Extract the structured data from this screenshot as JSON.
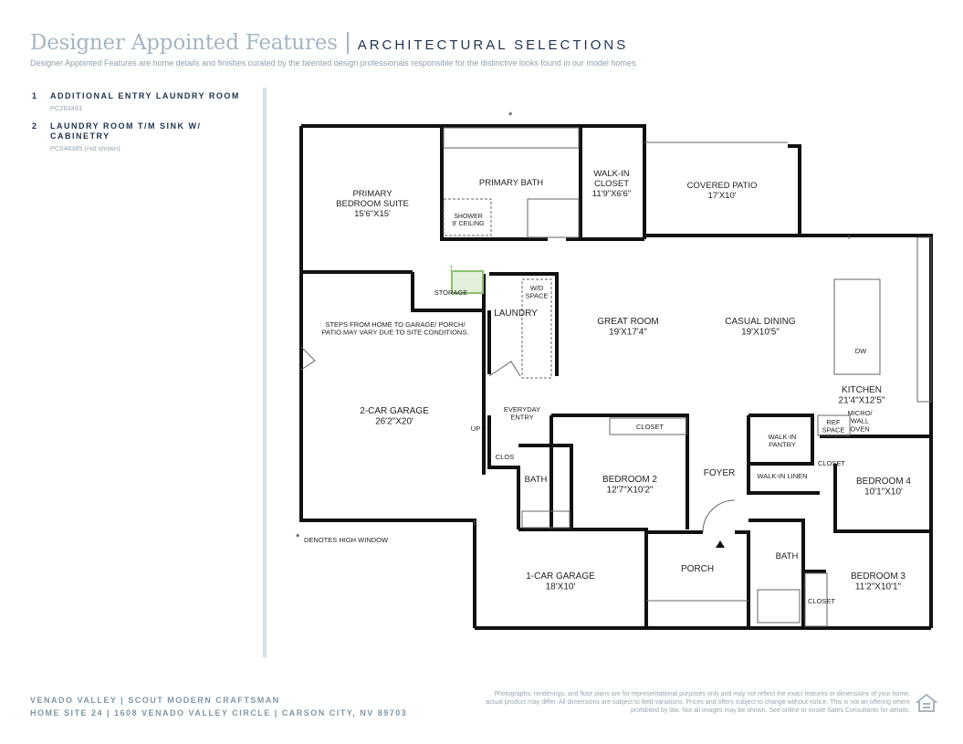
{
  "header": {
    "title": "Designer Appointed Features",
    "subtitle": "ARCHITECTURAL SELECTIONS",
    "intro": "Designer Appointed Features are home details and finishes curated by the talented design professionals responsible for the distinctive looks found in our model homes."
  },
  "options": [
    {
      "num": "1",
      "title": "ADDITIONAL ENTRY LAUNDRY ROOM",
      "code": "PC263461"
    },
    {
      "num": "2",
      "title": "LAUNDRY ROOM T/M SINK W/ CABINETRY",
      "code": "PC048385 (not shown)"
    }
  ],
  "plan": {
    "rooms": {
      "primary_bedroom": {
        "name": "PRIMARY\nBEDROOM SUITE",
        "dims": "15'6\"X15'"
      },
      "primary_bath": {
        "name": "PRIMARY BATH"
      },
      "walkin_closet": {
        "name": "WALK-IN\nCLOSET",
        "dims": "11'9\"X6'6\""
      },
      "covered_patio": {
        "name": "COVERED PATIO",
        "dims": "17'X10'"
      },
      "shower": {
        "name": "SHOWER\n9' CEILING"
      },
      "storage": {
        "name": "STORAGE"
      },
      "wd_space": {
        "name": "W/D\nSPACE"
      },
      "laundry": {
        "name": "LAUNDRY"
      },
      "great_room": {
        "name": "GREAT ROOM",
        "dims": "19'X17'4\""
      },
      "casual_dining": {
        "name": "CASUAL DINING",
        "dims": "19'X10'5\""
      },
      "dw": {
        "name": "DW"
      },
      "kitchen": {
        "name": "KITCHEN",
        "dims": "21'4\"X12'5\""
      },
      "garage2": {
        "name": "2-CAR GARAGE",
        "dims": "26'2\"X20'"
      },
      "steps_note": "STEPS FROM HOME TO GARAGE/ PORCH/\nPATIO MAY VARY DUE TO SITE CONDITIONS.",
      "everyday_entry": {
        "name": "EVERYDAY\nENTRY"
      },
      "up": "UP",
      "clos": "CLOS",
      "bath2": {
        "name": "BATH"
      },
      "bedroom2": {
        "name": "BEDROOM 2",
        "dims": "12'7\"X10'2\""
      },
      "closet_b2": "CLOSET",
      "foyer": {
        "name": "FOYER"
      },
      "walkin_pantry": {
        "name": "WALK-IN\nPANTRY"
      },
      "ref_space": {
        "name": "REF\nSPACE"
      },
      "micro_oven": {
        "name": "MICRO/\nWALL\nOVEN"
      },
      "walkin_linen": {
        "name": "WALK-IN LINEN"
      },
      "closet_b4": "CLOSET",
      "bedroom4": {
        "name": "BEDROOM 4",
        "dims": "10'1\"X10'"
      },
      "garage1": {
        "name": "1-CAR GARAGE",
        "dims": "18'X10'"
      },
      "porch": {
        "name": "PORCH"
      },
      "bath3": {
        "name": "BATH"
      },
      "bedroom3": {
        "name": "BEDROOM 3",
        "dims": "11'2\"X10'1\""
      },
      "closet_b3": "CLOSET"
    },
    "high_window_note": "DENOTES HIGH WINDOW",
    "asterisk": "*",
    "option_marker": "1",
    "colors": {
      "wall": "#111111",
      "option": "#8dc06c",
      "thin": "#555555"
    }
  },
  "footer": {
    "line1": "VENADO VALLEY  |  SCOUT MODERN CRAFTSMAN",
    "line2": "HOME SITE 24  |  1608 VENADO VALLEY CIRCLE  |  CARSON CITY, NV 89703",
    "disclaimer": "Photographs, renderings, and floor plans are for representational purposes only and may not reflect the exact features or dimensions of your home; actual product may differ. All dimensions are subject to field variations. Prices and offers subject to change without notice. This is not an offering where prohibited by law. Not all images may be shown. See online or onsite Sales Consultants for details."
  }
}
